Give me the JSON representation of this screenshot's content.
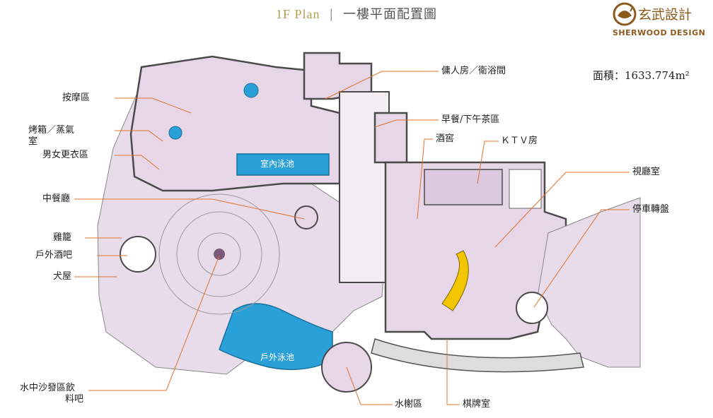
{
  "header": {
    "title_en": "1F Plan",
    "title_sep": "|",
    "title_zh": "一樓平面配置圖"
  },
  "logo": {
    "zh": "玄武設計",
    "en": "SHERWOOD DESIGN"
  },
  "area": {
    "label": "面積：",
    "value": "1633.774m²"
  },
  "labels": {
    "massage": "按摩區",
    "sauna_1": "烤箱／蒸氣",
    "sauna_2": "室",
    "locker": "男女更衣區",
    "dining": "中餐廳",
    "coop": "雞籠",
    "outdoor_bar": "戶外酒吧",
    "doghouse": "犬屋",
    "water_sofa_1": "水中沙發區飲",
    "water_sofa_2": "料吧",
    "servant": "傭人房／衛浴間",
    "breakfast": "早餐/下午茶區",
    "wine": "酒窖",
    "ktv": "ＫＴＶ房",
    "av_room": "視廳室",
    "turntable": "停車轉盤",
    "pavilion": "水榭區",
    "mahjong": "棋牌室",
    "indoor_pool": "室內泳池",
    "outdoor_pool": "戶外泳池"
  },
  "colors": {
    "accent": "#b79a52",
    "leader": "#e0732a",
    "room_fill": "#e6d6e8",
    "pool_fill": "#2aa0d8",
    "wall": "#4a4a4a"
  }
}
